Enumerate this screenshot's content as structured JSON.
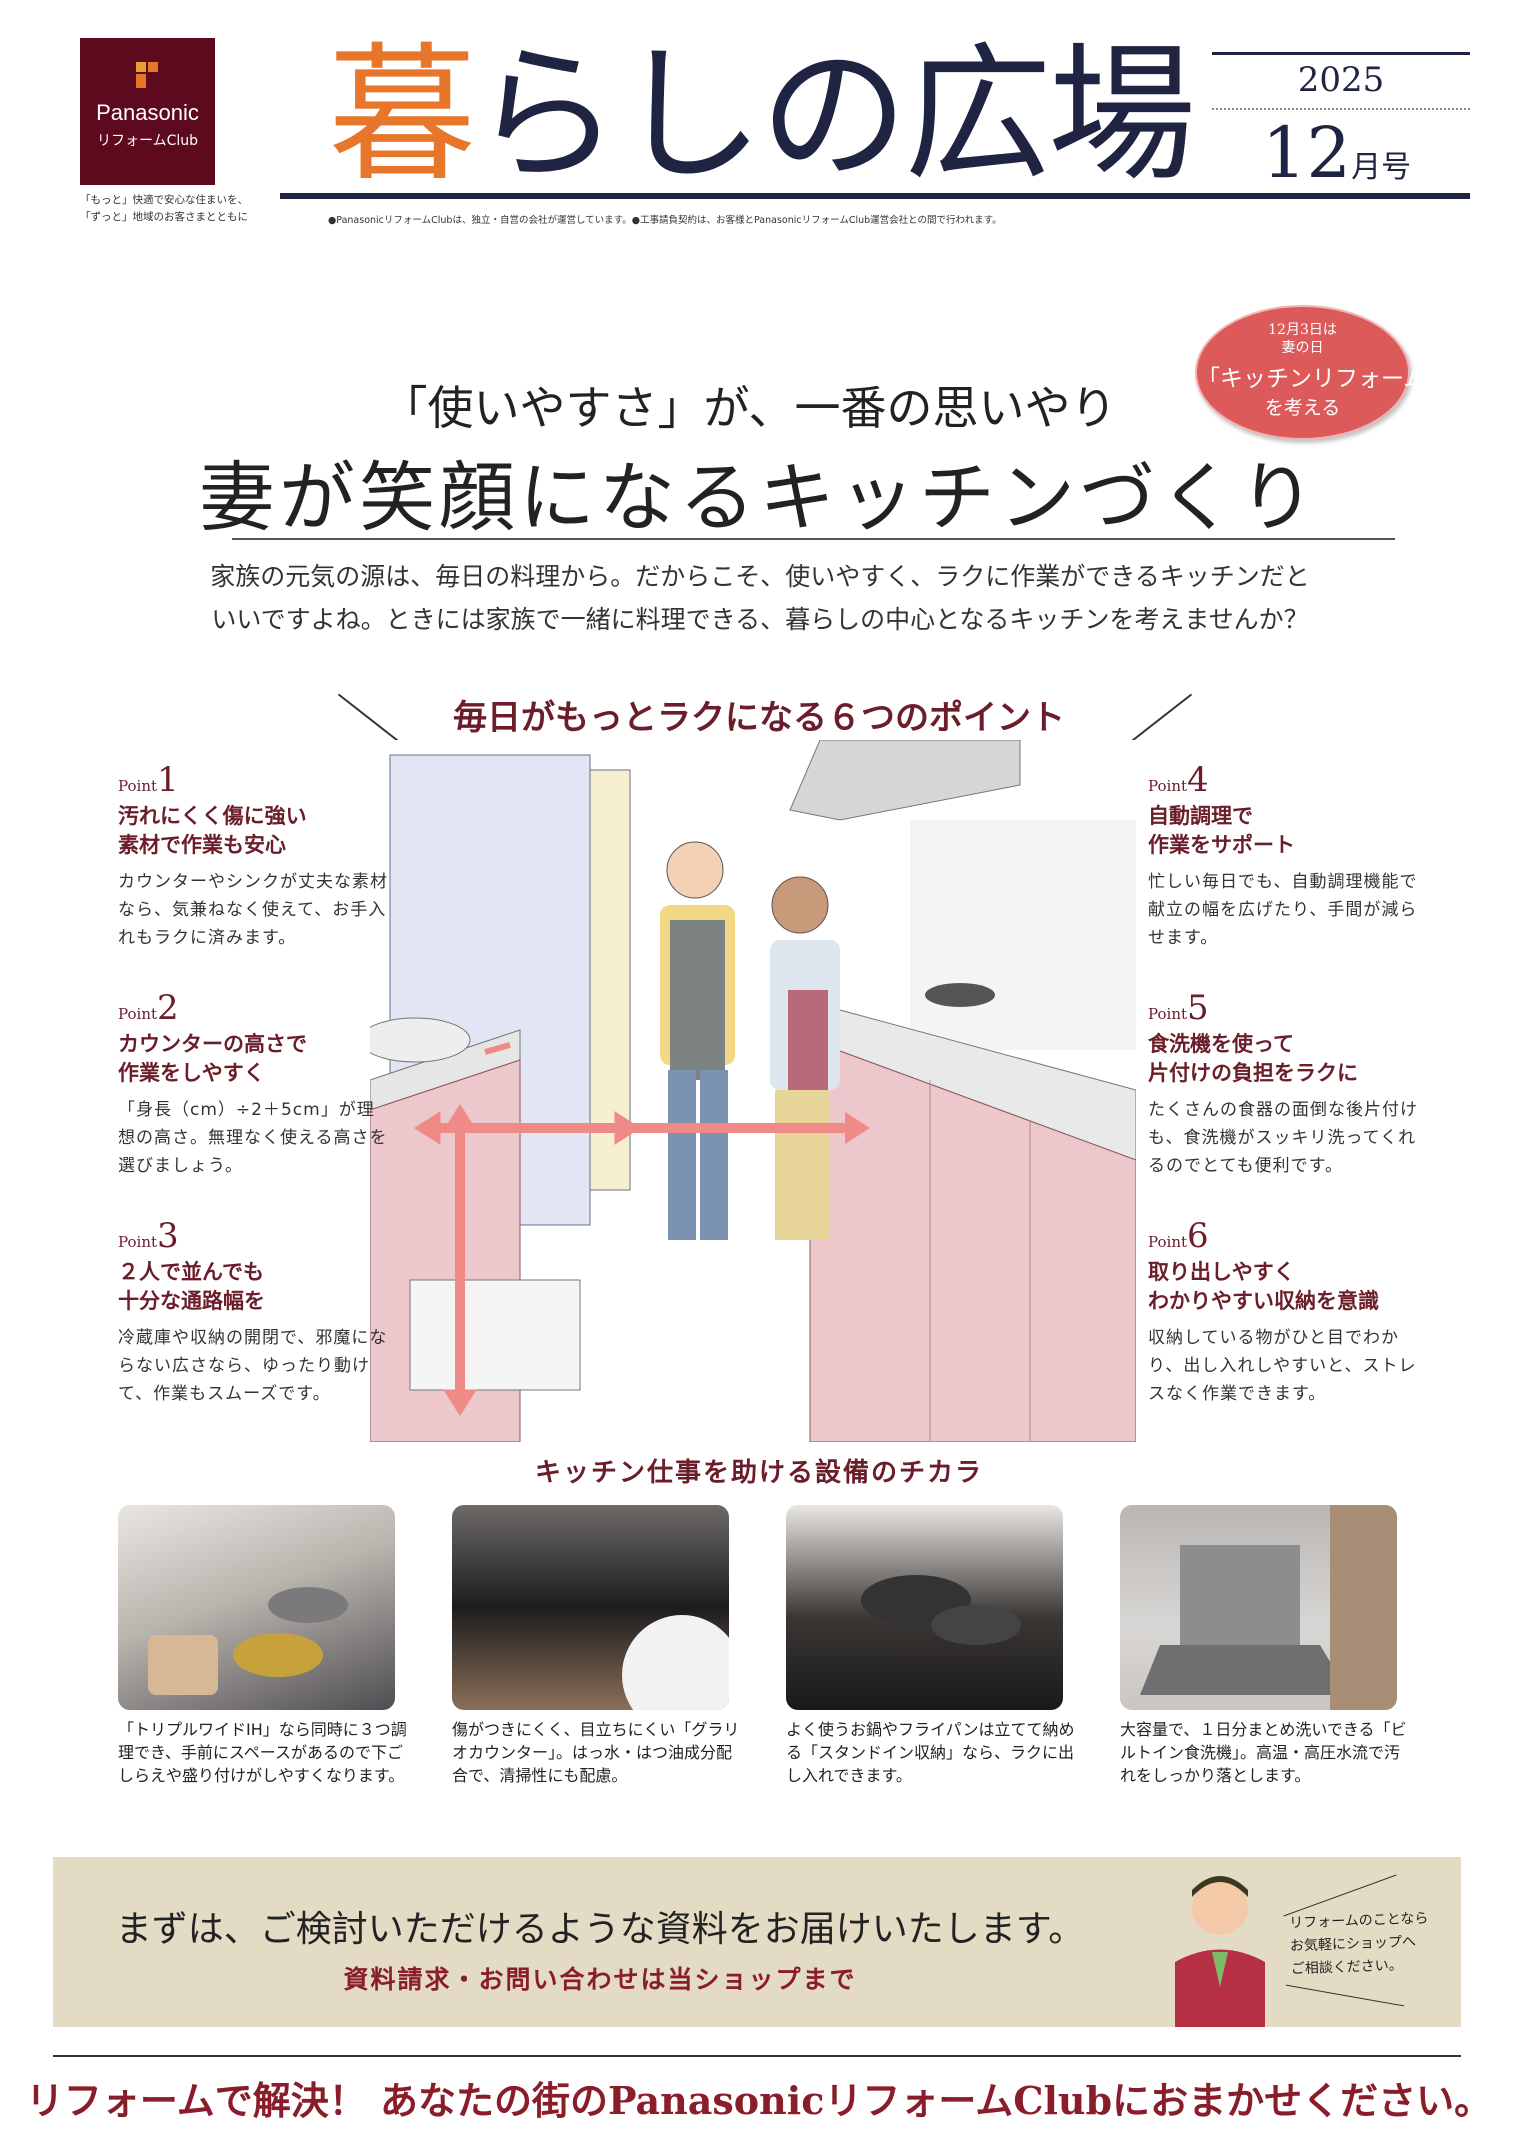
{
  "header": {
    "logo": {
      "brand": "Panasonic",
      "sub": "リフォームClub"
    },
    "tagline": [
      "「もっと」快適で安心な住まいを、",
      "「ずっと」地域のお客さまとともに"
    ],
    "title_accent": "暮",
    "title_rest": "らしの広場",
    "year": "2025",
    "month": "12",
    "month_suffix": "月号",
    "disclaimer": "●PanasonicリフォームClubは、独立・自営の会社が運営しています。●工事請負契約は、お客様とPanasonicリフォームClub運営会社との間で行われます。"
  },
  "badge": {
    "line1": "12月3日は",
    "line2": "妻の日",
    "line3": "「キッチンリフォーム」",
    "line4": "を考える"
  },
  "hero": {
    "subtitle": "「使いやすさ」が、一番の思いやり",
    "headline": "妻が笑顔になるキッチンづくり",
    "intro": [
      "家族の元気の源は、毎日の料理から。だからこそ、使いやすく、ラクに作業ができるキッチンだと",
      "いいですよね。ときには家族で一緒に料理できる、暮らしの中心となるキッチンを考えませんか？"
    ]
  },
  "points_section": {
    "title": "毎日がもっとラクになる６つのポイント",
    "point_label": "Point",
    "points": [
      {
        "num": "1",
        "heading": [
          "汚れにくく傷に強い",
          "素材で作業も安心"
        ],
        "text": "カウンターやシンクが丈夫な素材なら、気兼ねなく使えて、お手入れもラクに済みます。"
      },
      {
        "num": "2",
        "heading": [
          "カウンターの高さで",
          "作業をしやすく"
        ],
        "text": "「身長（cm）÷2＋5cm」が理想の高さ。無理なく使える高さを選びましょう。"
      },
      {
        "num": "3",
        "heading": [
          "２人で並んでも",
          "十分な通路幅を"
        ],
        "text": "冷蔵庫や収納の開閉で、邪魔にならない広さなら、ゆったり動けて、作業もスムーズです。"
      },
      {
        "num": "4",
        "heading": [
          "自動調理で",
          "作業をサポート"
        ],
        "text": "忙しい毎日でも、自動調理機能で献立の幅を広げたり、手間が減らせます。"
      },
      {
        "num": "5",
        "heading": [
          "食洗機を使って",
          "片付けの負担をラクに"
        ],
        "text": "たくさんの食器の面倒な後片付けも、食洗機がスッキリ洗ってくれるのでとても便利です。"
      },
      {
        "num": "6",
        "heading": [
          "取り出しやすく",
          "わかりやすい収納を意識"
        ],
        "text": "収納している物がひと目でわかり、出し入れしやすいと、ストレスなく作業できます。"
      }
    ]
  },
  "equipment": {
    "title": "キッチン仕事を助ける設備のチカラ",
    "items": [
      {
        "photo": "ih-cooktop-photo",
        "caption": "「トリプルワイドIH」なら同時に３つ調理でき、手前にスペースがあるので下ごしらえや盛り付けがしやすくなります。"
      },
      {
        "photo": "countertop-photo",
        "caption": "傷がつきにくく、目立ちにくい「グラリオカウンター」。はっ水・はつ油成分配合で、清掃性にも配慮。"
      },
      {
        "photo": "stand-in-storage-photo",
        "caption": "よく使うお鍋やフライパンは立てて納める「スタンドイン収納」なら、ラクに出し入れできます。"
      },
      {
        "photo": "dishwasher-photo",
        "caption": "大容量で、１日分まとめ洗いできる「ビルトイン食洗機」。高温・高圧水流で汚れをしっかり落とします。"
      }
    ]
  },
  "banner": {
    "main": "まずは、ご検討いただけるような資料をお届けいたします。",
    "sub": "資料請求・お問い合わせは当ショップまで",
    "speech": [
      "リフォームのことなら",
      "お気軽にショップへ",
      "ご相談ください。"
    ]
  },
  "footer": {
    "text": "リフォームで解決！ あなたの街のPanasonicリフォームClubにおまかせください。"
  },
  "colors": {
    "brand": "#5e0a1e",
    "accent": "#e8762a",
    "navy": "#1f2442",
    "heading_red": "#6b1e2a",
    "badge": "#dc5a5a",
    "banner_bg": "#e4dbc4"
  }
}
